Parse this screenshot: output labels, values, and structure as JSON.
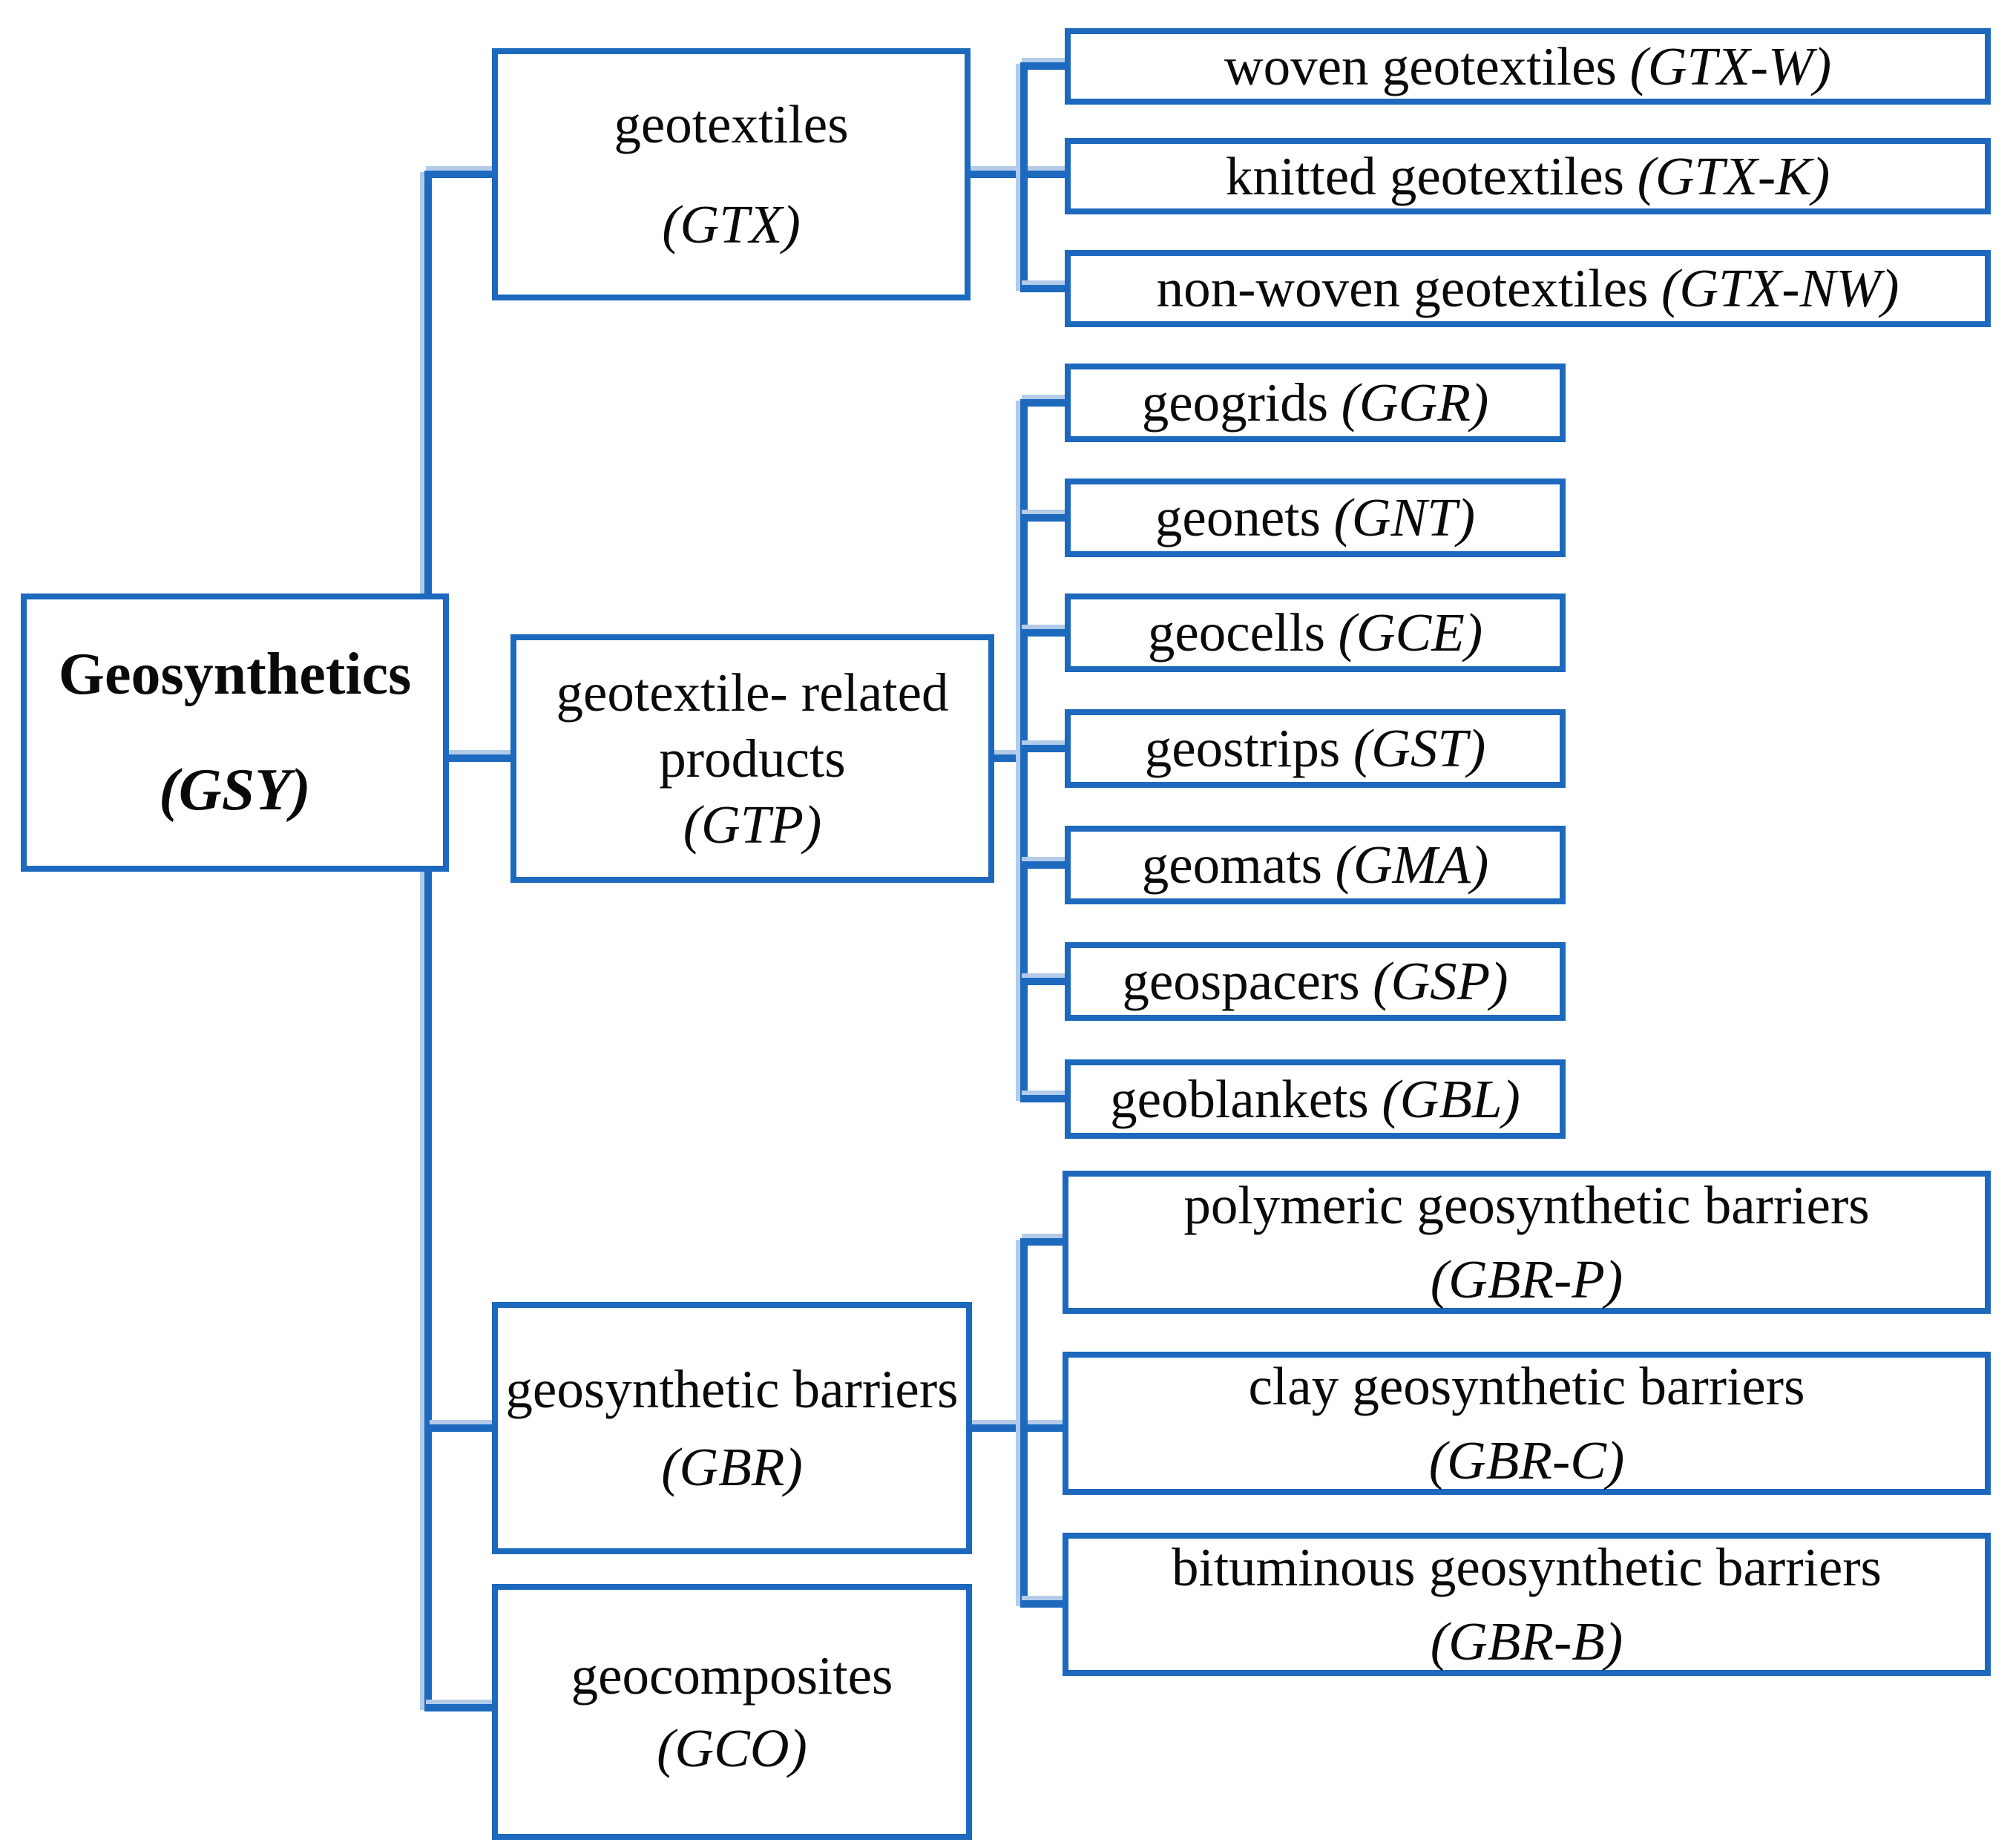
{
  "figure": {
    "colors": {
      "accent": "#1c69be",
      "halo": "#b3cbe9",
      "text": "#0a0a0a",
      "background": "#ffffff"
    },
    "root": {
      "title": "Geosynthetics",
      "code": "(GSY)"
    },
    "level1": {
      "gtx": {
        "line1": "geotextiles",
        "code": "(GTX)"
      },
      "gtp": {
        "line1": "geotextile- related",
        "line2": "products",
        "code": "(GTP)"
      },
      "gbr": {
        "line1": "geosynthetic barriers",
        "code": "(GBR)"
      },
      "gco": {
        "line1": "geocomposites",
        "code": "(GCO)"
      }
    },
    "gtx_children": [
      {
        "label": "woven geotextiles",
        "code": "(GTX-W)"
      },
      {
        "label": "knitted geotextiles",
        "code": "(GTX-K)"
      },
      {
        "label": "non-woven geotextiles",
        "code": "(GTX-NW)"
      }
    ],
    "gtp_children": [
      {
        "label": "geogrids",
        "code": "(GGR)"
      },
      {
        "label": "geonets",
        "code": "(GNT)"
      },
      {
        "label": "geocells",
        "code": "(GCE)"
      },
      {
        "label": "geostrips",
        "code": "(GST)"
      },
      {
        "label": "geomats",
        "code": "(GMA)"
      },
      {
        "label": "geospacers",
        "code": "(GSP)"
      },
      {
        "label": "geoblankets",
        "code": "(GBL)"
      }
    ],
    "gbr_children": [
      {
        "label": "polymeric geosynthetic barriers",
        "code": "(GBR-P)"
      },
      {
        "label": "clay geosynthetic barriers",
        "code": "(GBR-C)"
      },
      {
        "label": "bituminous geosynthetic barriers",
        "code": "(GBR-B)"
      }
    ]
  }
}
